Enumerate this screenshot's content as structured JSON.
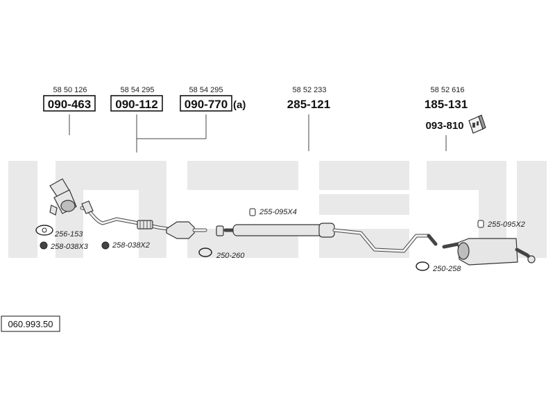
{
  "parts": [
    {
      "ref": "58 50 126",
      "number": "090-463",
      "boxed": true,
      "suffix": ""
    },
    {
      "ref": "58 54 295",
      "number": "090-112",
      "boxed": true,
      "suffix": ""
    },
    {
      "ref": "58 54 295",
      "number": "090-770",
      "boxed": true,
      "suffix": "(a)"
    },
    {
      "ref": "58 52 233",
      "number": "285-121",
      "boxed": false,
      "suffix": ""
    },
    {
      "ref": "58 52 616",
      "number": "185-131",
      "boxed": false,
      "suffix": ""
    }
  ],
  "mounting_kit": "093-810",
  "accessories": {
    "gasket": "256-153",
    "nut_left": "258-038X3",
    "nut_mid": "258-038X2",
    "clamp_front": "250-260",
    "hanger_mid": "255-095X4",
    "hanger_rear": "255-095X2",
    "clamp_rear": "250-258"
  },
  "catalog_number": "060.993.50"
}
